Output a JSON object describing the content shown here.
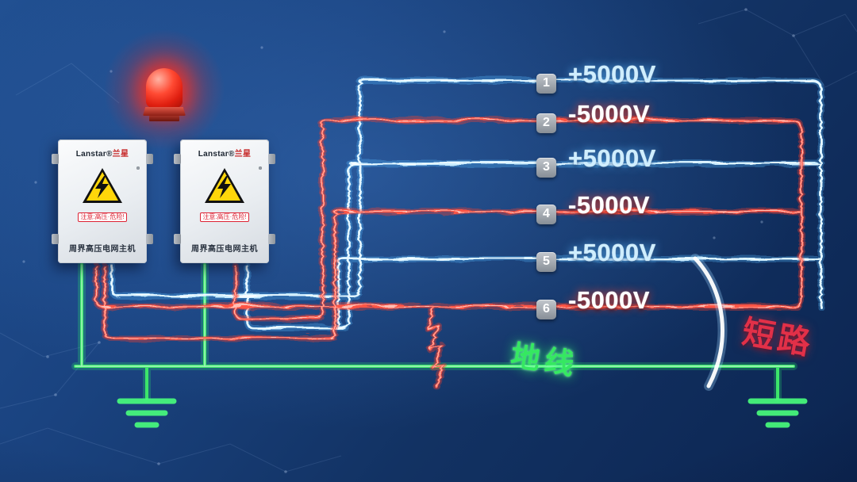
{
  "colors": {
    "positive": "#cfeeff",
    "negative": "#ff4433",
    "ground": "#35e861",
    "short": "#e23048"
  },
  "device": {
    "brand": "Lanstar®",
    "brand_cn": "兰星",
    "warning": "注意:高压·危险!",
    "model": "周界高压电网主机"
  },
  "wires": [
    {
      "num": "1",
      "voltage": "+5000V",
      "polarity": "positive"
    },
    {
      "num": "2",
      "voltage": "-5000V",
      "polarity": "negative"
    },
    {
      "num": "3",
      "voltage": "+5000V",
      "polarity": "positive"
    },
    {
      "num": "4",
      "voltage": "-5000V",
      "polarity": "negative"
    },
    {
      "num": "5",
      "voltage": "+5000V",
      "polarity": "positive"
    },
    {
      "num": "6",
      "voltage": "-5000V",
      "polarity": "negative"
    }
  ],
  "labels": {
    "ground_wire": "地线",
    "short_circuit": "短路"
  }
}
